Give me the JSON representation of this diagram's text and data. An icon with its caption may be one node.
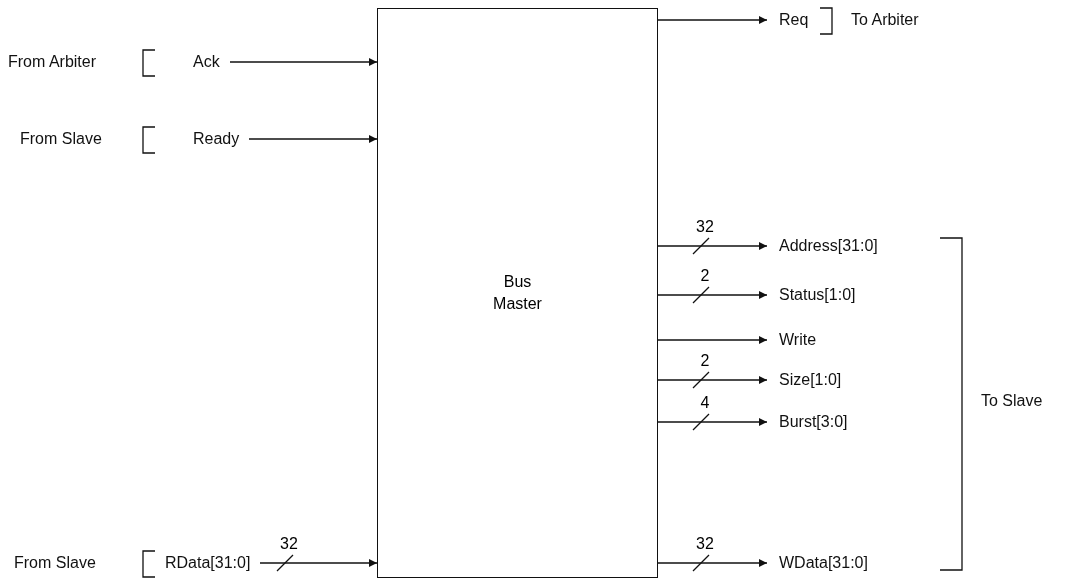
{
  "diagram": {
    "nodes": [
      {
        "text": [
          "Bus Master"
        ]
      },
      {
        "text": [
          "Ack"
        ]
      },
      {
        "text": [
          "Ready"
        ]
      },
      {
        "text": [
          "RData[31:0]"
        ]
      },
      {
        "text": [
          "Req"
        ]
      },
      {
        "text": [
          "Address[31:0]"
        ]
      },
      {
        "text": [
          "Status[1:0]"
        ]
      },
      {
        "text": [
          "Write"
        ]
      },
      {
        "text": [
          "Size[1:0]"
        ]
      },
      {
        "text": [
          "Burst[3:0]"
        ]
      },
      {
        "text": [
          "WData[31:0]"
        ]
      }
    ],
    "edges": [
      {
        "from": 1,
        "to": 0,
        "arrow": "to"
      },
      {
        "from": 2,
        "to": 0,
        "arrow": "to"
      },
      {
        "from": 3,
        "to": 0,
        "arrow": "to",
        "label": "32"
      },
      {
        "from": 0,
        "to": 4,
        "arrow": "to"
      },
      {
        "from": 0,
        "to": 5,
        "arrow": "to",
        "label": "32"
      },
      {
        "from": 0,
        "to": 6,
        "arrow": "to",
        "label": "2"
      },
      {
        "from": 0,
        "to": 7,
        "arrow": "to"
      },
      {
        "from": 0,
        "to": 8,
        "arrow": "to",
        "label": "2"
      },
      {
        "from": 0,
        "to": 9,
        "arrow": "to",
        "label": "4"
      },
      {
        "from": 0,
        "to": 10,
        "arrow": "to",
        "label": "32"
      }
    ],
    "labels": [
      "From Arbiter",
      "To Arbiter",
      "From Slave",
      "To Slave",
      "From Slave"
    ]
  }
}
